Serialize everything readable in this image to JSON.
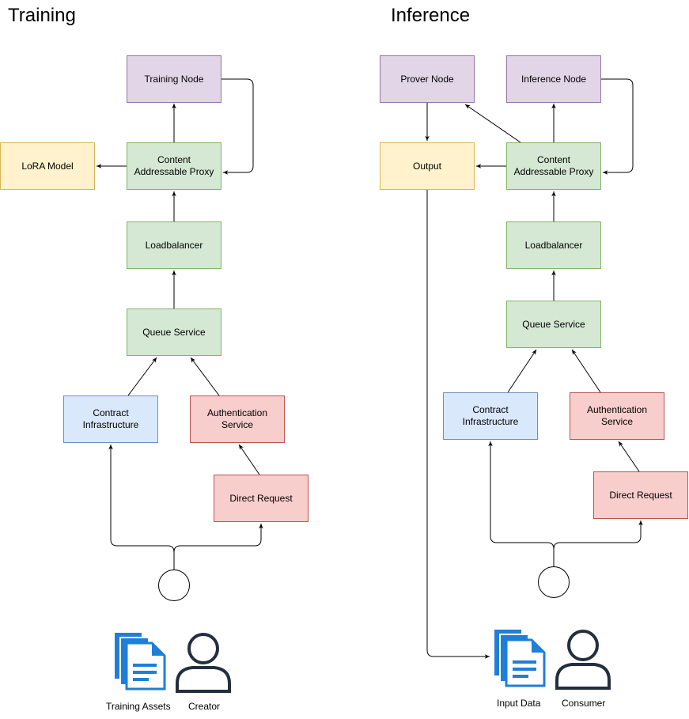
{
  "training": {
    "title": "Training",
    "training_node": "Training Node",
    "lora_model": "LoRA Model",
    "proxy": "Content Addressable Proxy",
    "loadbalancer": "Loadbalancer",
    "queue_service": "Queue Service",
    "contract_infrastructure": "Contract Infrastructure",
    "authentication_service": "Authentication Service",
    "direct_request": "Direct Request",
    "assets_label": "Training Assets",
    "user_label": "Creator"
  },
  "inference": {
    "title": "Inference",
    "prover_node": "Prover Node",
    "inference_node": "Inference Node",
    "output": "Output",
    "proxy": "Content Addressable Proxy",
    "loadbalancer": "Loadbalancer",
    "queue_service": "Queue Service",
    "contract_infrastructure": "Contract Infrastructure",
    "authentication_service": "Authentication Service",
    "direct_request": "Direct Request",
    "assets_label": "Input Data",
    "user_label": "Consumer"
  },
  "icons": {
    "document": "documents-icon",
    "user": "user-icon",
    "doc_color": "#1f7fd8"
  }
}
